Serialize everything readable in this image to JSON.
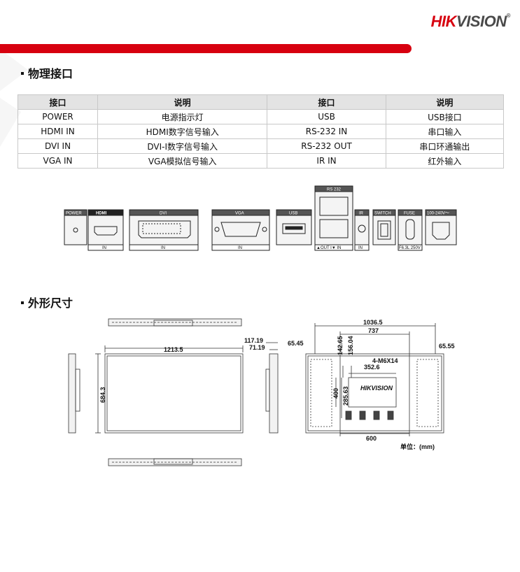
{
  "brand": {
    "logo_red": "HIK",
    "logo_dark": "VISION",
    "registered": "®",
    "accent_color": "#d7000f"
  },
  "sections": {
    "physical": "物理接口",
    "dimensions": "外形尺寸"
  },
  "interface_table": {
    "headers": [
      "接口",
      "说明",
      "接口",
      "说明"
    ],
    "rows": [
      [
        "POWER",
        "电源指示灯",
        "USB",
        "USB接口"
      ],
      [
        "HDMI IN",
        "HDMI数字信号输入",
        "RS-232 IN",
        "串口输入"
      ],
      [
        "DVI IN",
        "DVI-I数字信号输入",
        "RS-232 OUT",
        "串口环通输出"
      ],
      [
        "VGA IN",
        "VGA模拟信号输入",
        "IR IN",
        "红外输入"
      ]
    ]
  },
  "panel": {
    "power": "POWER",
    "hdmi": "HDMI",
    "dvi": "DVI",
    "vga": "VGA",
    "usb": "USB",
    "rs232": "RS 232",
    "ir": "IR",
    "switch": "SWITCH",
    "fuse": "FUSE",
    "voltage": "100-240V～",
    "in": "IN",
    "out_in": "▲OUT I▼ IN",
    "fuse_rating": "F6.3L 250V"
  },
  "dimensions": {
    "front_width": "1213.5",
    "front_height": "684.3",
    "side_depth_total": "117.19",
    "side_depth_body": "71.19",
    "back_width": "1036.5",
    "back_inner": "737",
    "back_left_margin": "65.45",
    "back_right_margin": "65.55",
    "back_top_a": "142.65",
    "back_top_b": "156.04",
    "screws": "4-M6X14",
    "box_width": "352.6",
    "vesa_h": "400",
    "box_height": "285.63",
    "vesa_w": "600",
    "unit": "单位：(mm)",
    "box_logo": "HIKVISION"
  }
}
